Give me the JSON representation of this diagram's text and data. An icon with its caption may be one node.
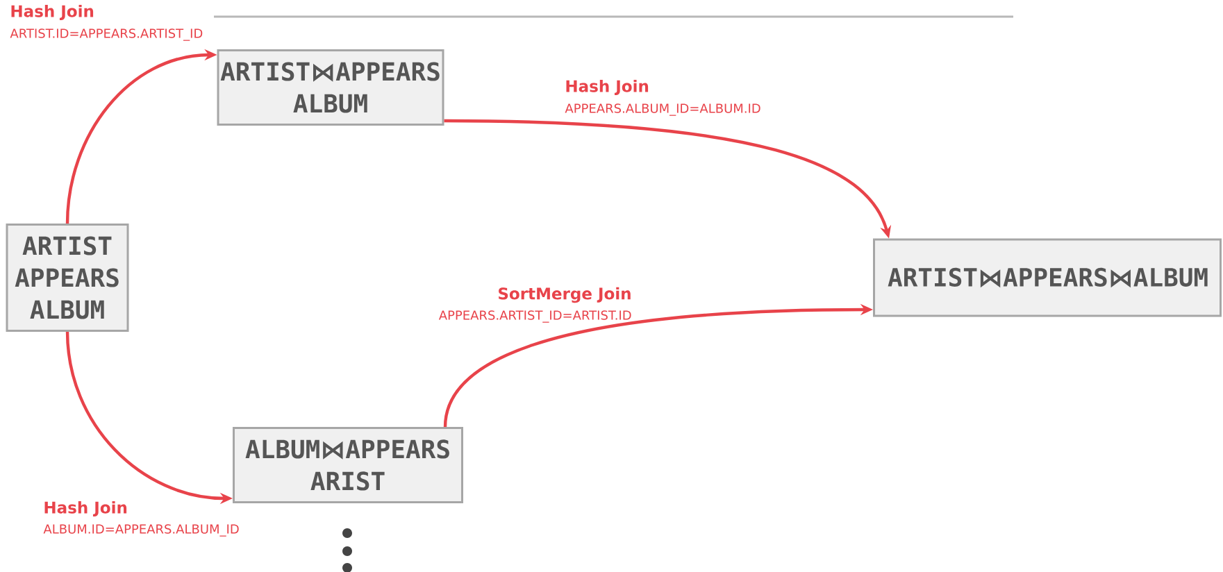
{
  "diagram": {
    "nodes": [
      {
        "text": [
          "ARTIST APPEARS ALBUM"
        ]
      },
      {
        "text": [
          "ARTIST⋈APPEARS ALBUM"
        ]
      },
      {
        "text": [
          "ALBUM⋈APPEARS ARIST"
        ]
      },
      {
        "text": [
          "ARTIST⋈APPEARS⋈ALBUM"
        ]
      }
    ],
    "edges": [
      {
        "from": 0,
        "to": 1,
        "arrow": "to",
        "label": "Hash Join"
      },
      {
        "from": 1,
        "to": 3,
        "arrow": "to",
        "label": "Hash Join"
      },
      {
        "from": 0,
        "to": 2,
        "arrow": "to",
        "label": "Hash Join"
      },
      {
        "from": 2,
        "to": 3,
        "arrow": "to",
        "label": "SortMerge Join"
      }
    ],
    "labels": [
      "ARTIST.ID=APPEARS.ARTIST_ID",
      "APPEARS.ALBUM_ID=ALBUM.ID",
      "APPEARS.ARTIST_ID=ARTIST.ID",
      "ALBUM.ID=APPEARS.ALBUM_ID"
    ]
  }
}
